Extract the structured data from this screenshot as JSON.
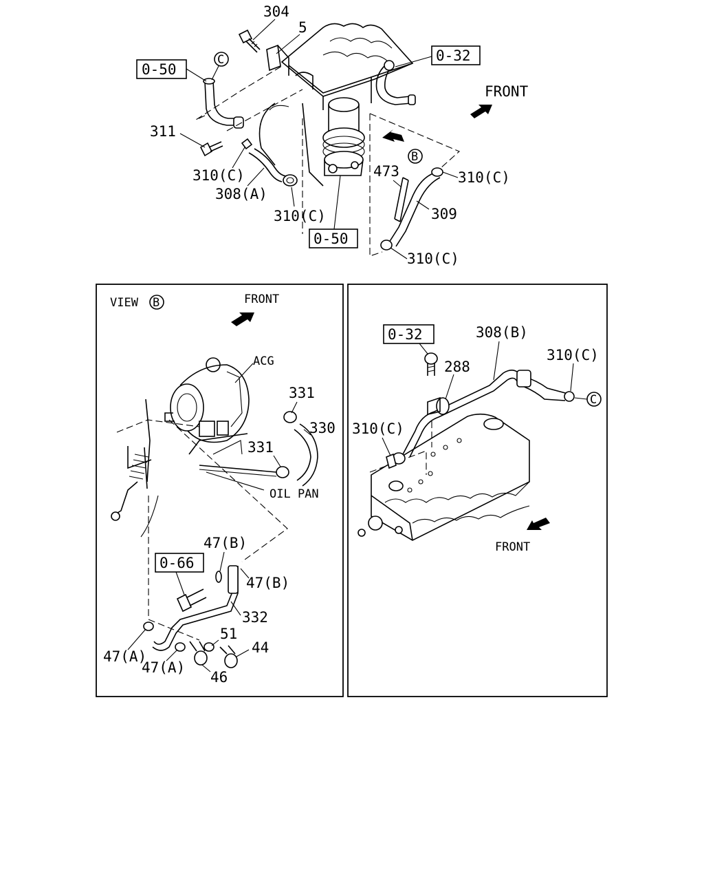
{
  "top": {
    "labels": {
      "p304": "304",
      "p5": "5",
      "ref050_a": "0-50",
      "ref032": "0-32",
      "circle_c": "C",
      "front": "FRONT",
      "p311": "311",
      "p310c_1": "310(C)",
      "p308a": "308(A)",
      "p310c_2": "310(C)",
      "ref050_b": "0-50",
      "circle_b": "B",
      "p473": "473",
      "p310c_3": "310(C)",
      "p309": "309",
      "p310c_4": "310(C)"
    }
  },
  "view_b": {
    "title": "VIEW",
    "circle_b": "B",
    "front": "FRONT",
    "acg": "ACG",
    "p331_a": "331",
    "p330": "330",
    "p331_b": "331",
    "oil_pan": "OIL PAN",
    "p47b_a": "47(B)",
    "ref066": "0-66",
    "p47b_b": "47(B)",
    "p332": "332",
    "p51": "51",
    "p44": "44",
    "p47a_a": "47(A)",
    "p47a_b": "47(A)",
    "p46": "46"
  },
  "view_c": {
    "ref032": "0-32",
    "p308b": "308(B)",
    "p310c_a": "310(C)",
    "p288": "288",
    "circle_c": "C",
    "p310c_b": "310(C)",
    "front": "FRONT"
  }
}
